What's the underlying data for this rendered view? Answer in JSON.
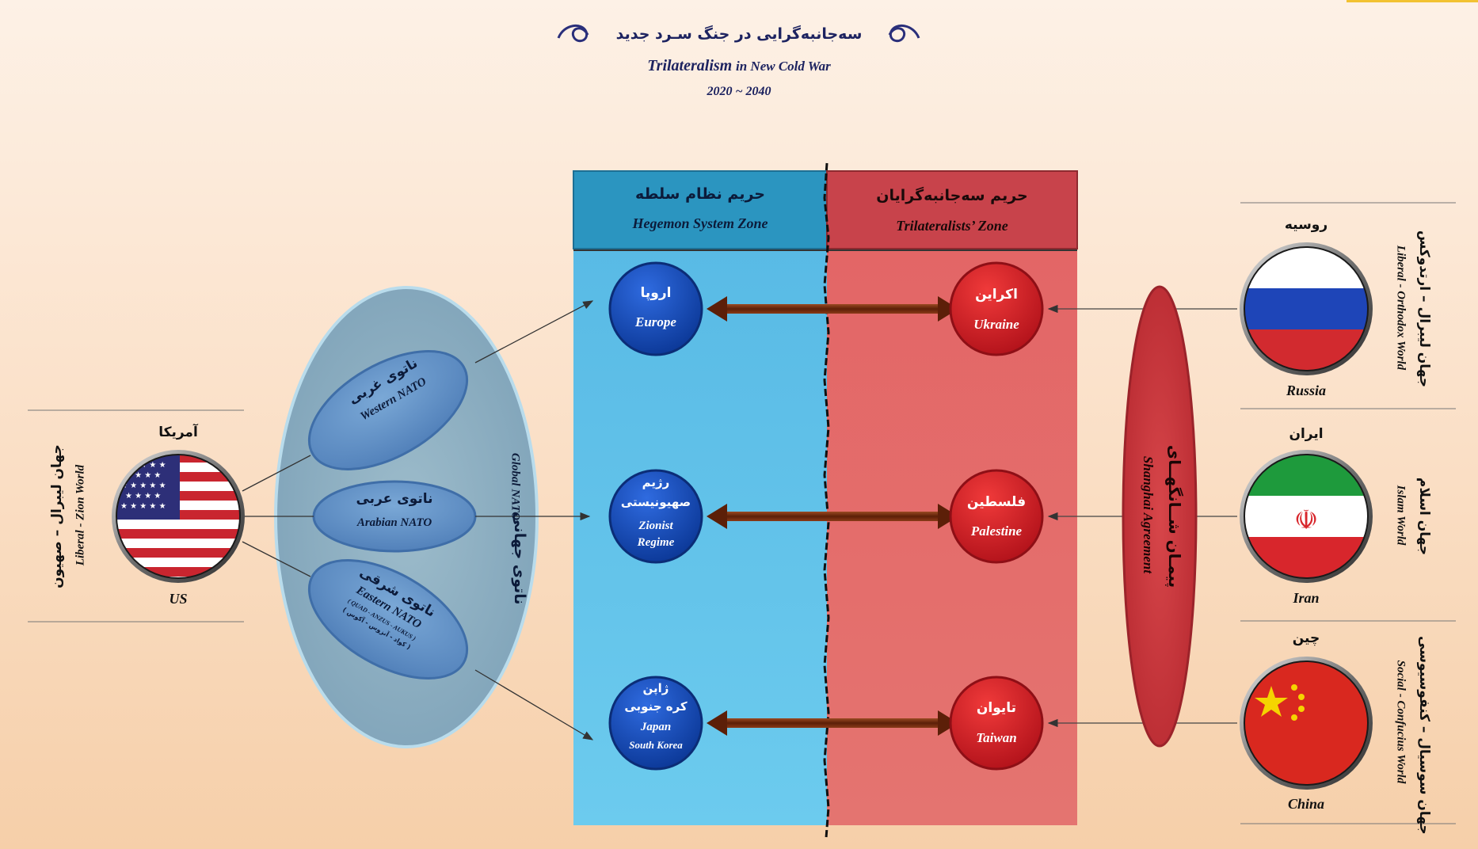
{
  "title": {
    "fa": "سه‌جانبه‌گرایی در جنگ سـرد جدید",
    "en_bold": "Trilateralism",
    "en_rest": "in New Cold War",
    "years": "2020 ~ 2040"
  },
  "zones": {
    "hegemon": {
      "fa": "حریم نظام سلطه",
      "en": "Hegemon System Zone"
    },
    "trilateral": {
      "fa": "حریم سه‌جانبه‌گرایان",
      "en": "Trilateralists’ Zone"
    }
  },
  "us": {
    "fa": "آمریکا",
    "en": "US",
    "world_fa": "جهان لیبرال – صهیون",
    "world_en": "Liberal - Zion World"
  },
  "global_nato": {
    "fa": "ناتوی جهانی",
    "en": "Global NATO"
  },
  "natos": {
    "western": {
      "fa": "ناتوی غربی",
      "en": "Western NATO"
    },
    "arabian": {
      "fa": "ناتوی عربی",
      "en": "Arabian NATO"
    },
    "eastern": {
      "fa": "ناتوی شرقی",
      "en": "Eastern NATO",
      "sub_en": "( QUAD - ANZUS - AUKUS )",
      "sub_fa": "( کواد - آنزوس - آکوس )"
    }
  },
  "hegemon_nodes": [
    {
      "fa": "اروپا",
      "en": "Europe"
    },
    {
      "fa": "رژیم صهیونیستی",
      "fa1": "رژیم",
      "fa2": "صهیونیستی",
      "en1": "Zionist",
      "en2": "Regime"
    },
    {
      "fa1": "ژاپن",
      "fa2": "کره جنوبی",
      "en1": "Japan",
      "en2": "South Korea"
    }
  ],
  "trilateral_nodes": [
    {
      "fa": "اکراین",
      "en": "Ukraine"
    },
    {
      "fa": "فلسطین",
      "en": "Palestine"
    },
    {
      "fa": "تایوان",
      "en": "Taiwan"
    }
  ],
  "shanghai": {
    "fa": "پیمـان شــانگهــای",
    "en": "Shanghai Agreement"
  },
  "powers": [
    {
      "fa": "روسیه",
      "en": "Russia",
      "world_fa": "جهان لیبرال – ارتدوکس",
      "world_en": "Liberal - Orthodox World"
    },
    {
      "fa": "ایران",
      "en": "Iran",
      "world_fa": "جهان اسلام",
      "world_en": "Islam World"
    },
    {
      "fa": "چین",
      "en": "China",
      "world_fa": "جهان سوسیال – کنفوسیوسی",
      "world_en": "Social - Confucius World"
    }
  ],
  "colors": {
    "blue_zone": "#5cc0e8",
    "red_zone": "#e26a6a",
    "blue_header": "#2a93be",
    "red_header": "#c7444b",
    "node_blue": "#1a4fb8",
    "node_red": "#d8232a",
    "arrow": "#7a2e12",
    "nato_ellipse": "#8fb0c2",
    "nato_inner": "#6a97c8",
    "shanghai": "#c8363c"
  }
}
